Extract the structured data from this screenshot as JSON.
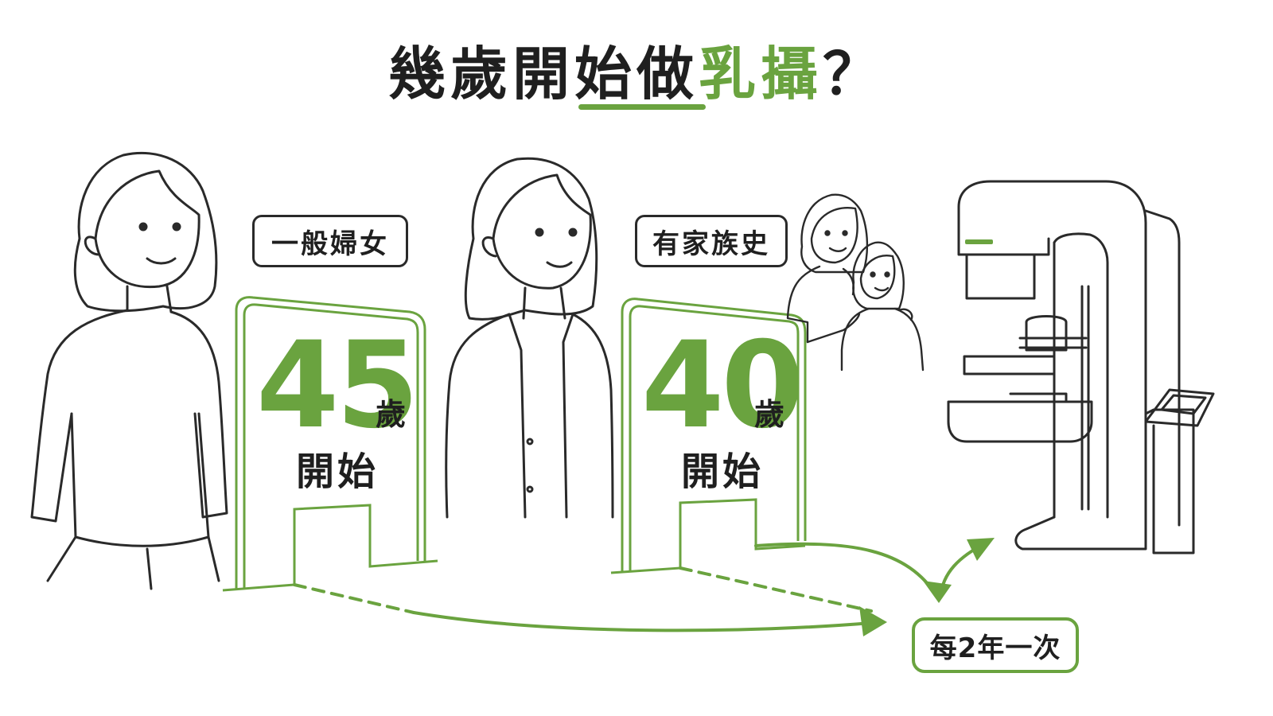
{
  "title": {
    "part1": "幾歲開始做",
    "highlight": "乳攝",
    "suffix": "？"
  },
  "colors": {
    "accent": "#6aa33f",
    "ink": "#1f1f1f"
  },
  "groups": [
    {
      "label": "一般婦女",
      "age": "45",
      "unit": "歲",
      "start": "開始"
    },
    {
      "label": "有家族史",
      "age": "40",
      "unit": "歲",
      "start": "開始"
    }
  ],
  "frequency": "每2年一次",
  "icons": [
    "woman-icon",
    "woman-icon",
    "mother-daughter-icon",
    "mammography-machine-icon",
    "gate-icon",
    "arrow-icon"
  ]
}
